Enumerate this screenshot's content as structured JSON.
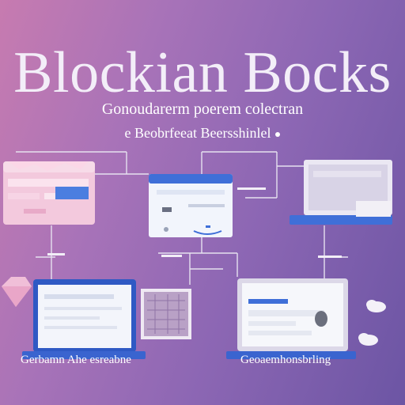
{
  "header": {
    "title": "Blockian Bocks",
    "subtitle_line1": "Gonoudarerm poerem colectran",
    "subtitle_line2": "e Beobrfeeat Beersshinlel"
  },
  "captions": {
    "left": "Gerbamn Ahe esreabne",
    "right": "Geoaemhonsbrling"
  },
  "colors": {
    "background_start": "#c77bb0",
    "background_end": "#6c55a4",
    "accent_blue": "#3f6fd8",
    "connector_line": "#e6e1ef"
  },
  "icons": [
    "gem-icon",
    "cloud-icon",
    "cloud-icon",
    "laptop-icon",
    "browser-window-icon"
  ]
}
